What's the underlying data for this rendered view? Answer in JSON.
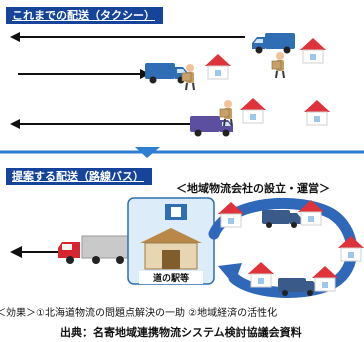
{
  "sections": {
    "current": {
      "title": "これまでの配送（タクシー）"
    },
    "proposed": {
      "title": "提案する配送（路線バス）"
    }
  },
  "company_label": "＜地域物流会社の設立・運営＞",
  "station_label": "道の駅等",
  "effect_text": "＜効果＞①北海道物流の問題点解決の一助 ②地域経済の活性化",
  "source_text": "出典：名寄地域連携物流システム検討協議会資料",
  "colors": {
    "header_bg": "#16449b",
    "divider": "#2e7fd1",
    "truck_blue": "#2f6db4",
    "truck_purple": "#5d4fa0",
    "truck_red": "#d8262e",
    "house_roof": "#e0323a",
    "loop_blue": "#2f68b8"
  }
}
